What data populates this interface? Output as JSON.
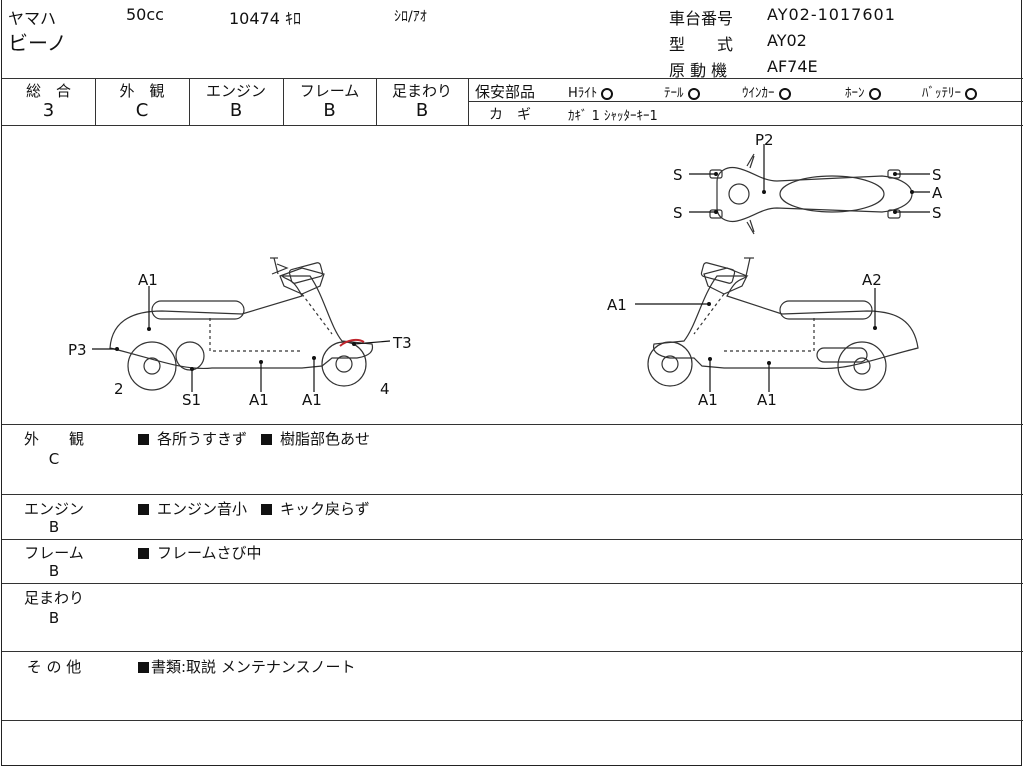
{
  "header": {
    "maker": "ヤマハ",
    "cc": "50cc",
    "mileage": "10474 ｷﾛ",
    "color": "ｼﾛ/ｱｵ",
    "model": "ビーノ",
    "frame_label": "車台番号",
    "frame_value": "AY02-1017601",
    "type_label": "型　　式",
    "type_value": "AY02",
    "engine_label": "原 動 機",
    "engine_value": "AF74E"
  },
  "grades": {
    "headers": [
      "総　合",
      "外　観",
      "エンジン",
      "フレーム",
      "足まわり"
    ],
    "values": [
      "3",
      "C",
      "B",
      "B",
      "B"
    ]
  },
  "safety": {
    "title": "保安部品",
    "items": [
      "Hﾗｲﾄ",
      "ﾃｰﾙ",
      "ｳｲﾝｶｰ",
      "ﾎｰﾝ",
      "ﾊﾞｯﾃﾘｰ"
    ],
    "key_label": "カ　ギ",
    "key_value": "ｶｷﾞ 1 ｼｬｯﾀｰｷｰ1"
  },
  "diagram_labels": {
    "left": [
      "A1",
      "P3",
      "2",
      "S1",
      "A1",
      "A1",
      "T3",
      "4"
    ],
    "top": [
      "P2",
      "S",
      "S",
      "S",
      "A",
      "S"
    ],
    "right": [
      "A1",
      "A2",
      "A1",
      "A1"
    ]
  },
  "details": [
    {
      "label": "外　　観",
      "grade": "C",
      "notes": [
        "各所うすきず",
        "樹脂部色あせ"
      ]
    },
    {
      "label": "エンジン",
      "grade": "B",
      "notes": [
        "エンジン音小",
        "キック戻らず"
      ]
    },
    {
      "label": "フレーム",
      "grade": "B",
      "notes": [
        "フレームさび中"
      ]
    },
    {
      "label": "足まわり",
      "grade": "B",
      "notes": []
    },
    {
      "label": "そ の 他",
      "grade": "",
      "notes": [
        "書類:取説 メンテナンスノート"
      ]
    }
  ]
}
